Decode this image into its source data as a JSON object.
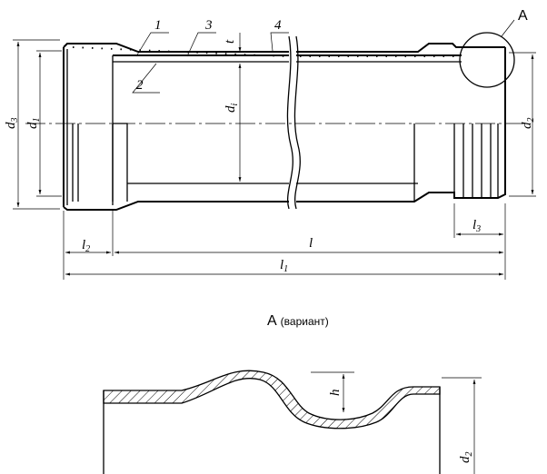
{
  "labels": {
    "leader_1": "1",
    "leader_2": "2",
    "leader_3": "3",
    "leader_4": "4",
    "wall_t": "t",
    "detail_callout": "A",
    "detail_caption_letter": "A",
    "detail_caption_note": "(вариант)"
  },
  "dimensions": {
    "d3": {
      "main": "d",
      "sub": "3"
    },
    "d1": {
      "main": "d",
      "sub": "1"
    },
    "di": {
      "main": "d",
      "sub": "i"
    },
    "d2": {
      "main": "d",
      "sub": "2"
    },
    "l2": {
      "main": "l",
      "sub": "2"
    },
    "l": {
      "main": "l"
    },
    "l3": {
      "main": "l",
      "sub": "3"
    },
    "l1": {
      "main": "l",
      "sub": "1"
    },
    "h": {
      "main": "h"
    },
    "d2_detail": {
      "main": "d",
      "sub": "2"
    }
  }
}
